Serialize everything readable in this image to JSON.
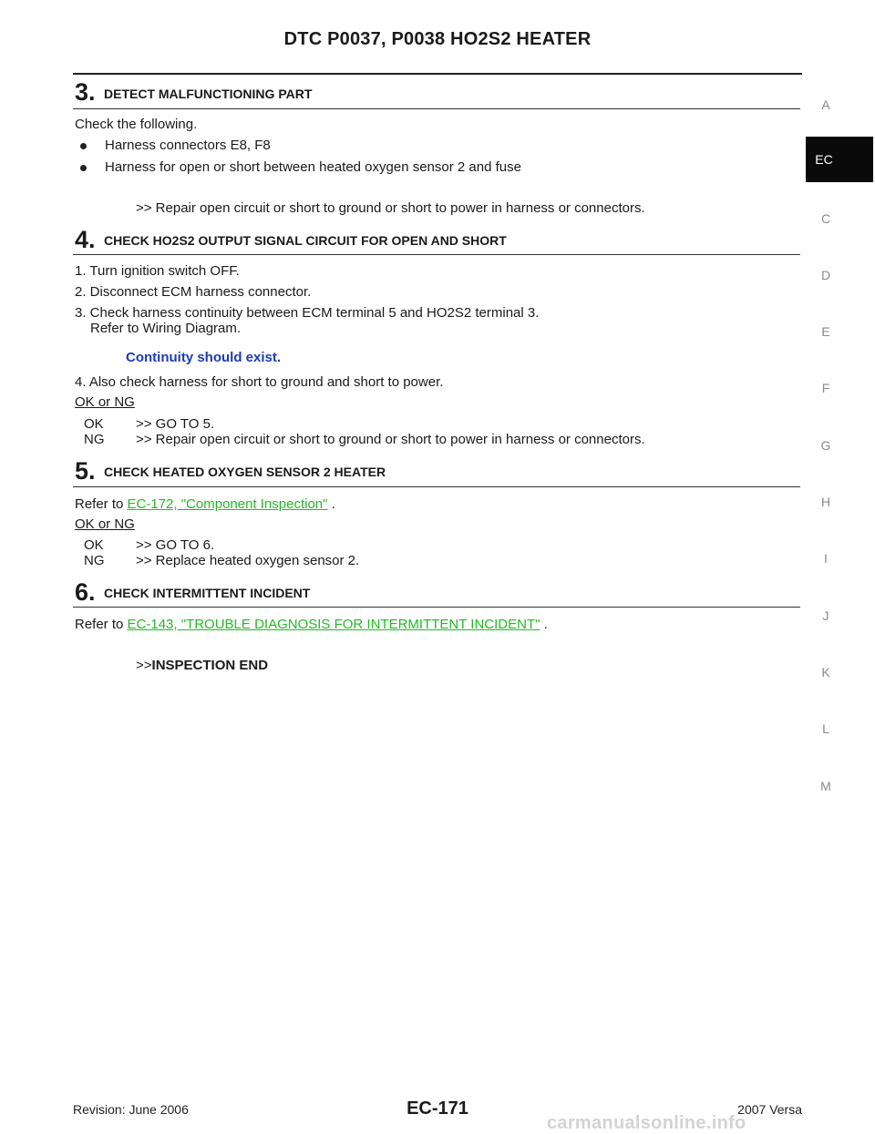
{
  "header": {
    "title": "DTC P0037, P0038 HO2S2 HEATER"
  },
  "side_index": {
    "letters": [
      "A",
      "C",
      "D",
      "E",
      "F",
      "G",
      "H",
      "I",
      "J",
      "K",
      "L",
      "M"
    ],
    "active": "EC"
  },
  "step3": {
    "number": "3.",
    "title": "DETECT MALFUNCTIONING PART",
    "intro": "Check the following.",
    "bullets": [
      "Harness connectors E8, F8",
      "Harness for open or short between heated oxygen sensor 2 and fuse"
    ],
    "result": ">> Repair open circuit or short to ground or short to power in harness or connectors."
  },
  "step4": {
    "number": "4.",
    "title": "CHECK HO2S2 OUTPUT SIGNAL CIRCUIT FOR OPEN AND SHORT",
    "items": [
      "1. Turn ignition switch OFF.",
      "2. Disconnect ECM harness connector.",
      "3. Check harness continuity between ECM terminal 5 and HO2S2 terminal 3.",
      "Refer to Wiring Diagram."
    ],
    "spec": "Continuity should exist.",
    "item4": "4. Also check harness for short to ground and short to power.",
    "ok_ng": "OK or NG",
    "results": [
      {
        "code": "OK",
        "text": ">> GO TO 5."
      },
      {
        "code": "NG",
        "text": ">> Repair open circuit or short to ground or short to power in harness or connectors."
      }
    ]
  },
  "step5": {
    "number": "5.",
    "title": "CHECK HEATED OXYGEN SENSOR 2 HEATER",
    "refer_prefix": "Refer to",
    "refer_link": "EC-172, \"Component Inspection\"",
    "refer_suffix": ".",
    "ok_ng": "OK or NG",
    "results": [
      {
        "code": "OK",
        "text": ">> GO TO 6."
      },
      {
        "code": "NG",
        "text": ">> Replace heated oxygen sensor 2."
      }
    ]
  },
  "step6": {
    "number": "6.",
    "title": "CHECK INTERMITTENT INCIDENT",
    "refer_prefix": "Refer to",
    "refer_link": "EC-143, \"TROUBLE DIAGNOSIS FOR INTERMITTENT INCIDENT\"",
    "refer_suffix": ".",
    "end_arrow": ">>",
    "end_text": "INSPECTION END"
  },
  "footer": {
    "revision": "Revision: June 2006",
    "page": "EC-171",
    "model": "2007 Versa",
    "watermark": "carmanualsonline.info"
  }
}
